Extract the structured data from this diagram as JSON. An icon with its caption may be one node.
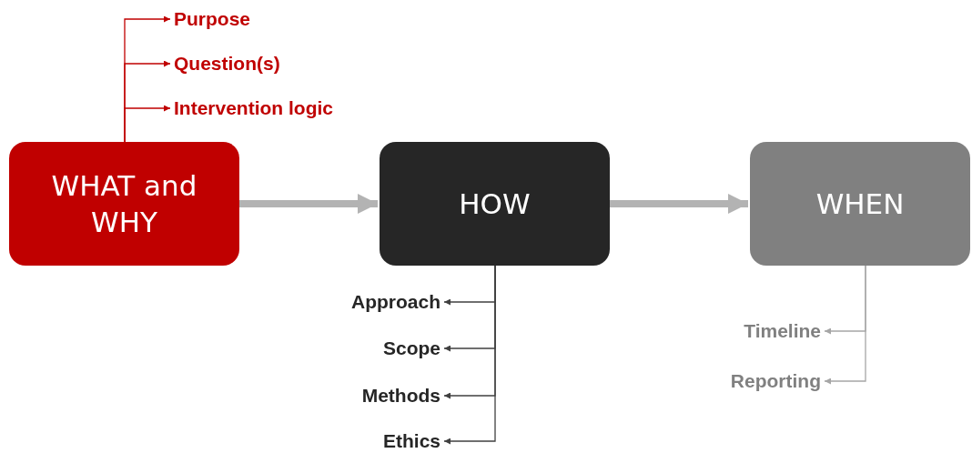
{
  "diagram": {
    "nodes": [
      {
        "text": [
          "WHAT and WHY"
        ]
      },
      {
        "text": [
          "HOW"
        ]
      },
      {
        "text": [
          "WHEN"
        ]
      },
      {
        "text": [
          "Purpose"
        ]
      },
      {
        "text": [
          "Question(s)"
        ]
      },
      {
        "text": [
          "Intervention logic"
        ]
      },
      {
        "text": [
          "Approach"
        ]
      },
      {
        "text": [
          "Scope"
        ]
      },
      {
        "text": [
          "Methods"
        ]
      },
      {
        "text": [
          "Ethics"
        ]
      },
      {
        "text": [
          "Timeline"
        ]
      },
      {
        "text": [
          "Reporting"
        ]
      }
    ],
    "edges": [
      {
        "from": 0,
        "to": 1,
        "arrow": "to",
        "style": "thick",
        "color": "#b3b3b3"
      },
      {
        "from": 1,
        "to": 2,
        "arrow": "to",
        "style": "thick",
        "color": "#b3b3b3"
      },
      {
        "from": 0,
        "to": 3,
        "arrow": "to",
        "color": "#c00000"
      },
      {
        "from": 0,
        "to": 4,
        "arrow": "to",
        "color": "#c00000"
      },
      {
        "from": 0,
        "to": 5,
        "arrow": "to",
        "color": "#c00000"
      },
      {
        "from": 1,
        "to": 6,
        "arrow": "to"
      },
      {
        "from": 1,
        "to": 7,
        "arrow": "to"
      },
      {
        "from": 1,
        "to": 8,
        "arrow": "to"
      },
      {
        "from": 1,
        "to": 9,
        "arrow": "to"
      },
      {
        "from": 2,
        "to": 10,
        "arrow": "to",
        "color": "#a6a6a6"
      },
      {
        "from": 2,
        "to": 11,
        "arrow": "to",
        "color": "#a6a6a6"
      }
    ]
  }
}
